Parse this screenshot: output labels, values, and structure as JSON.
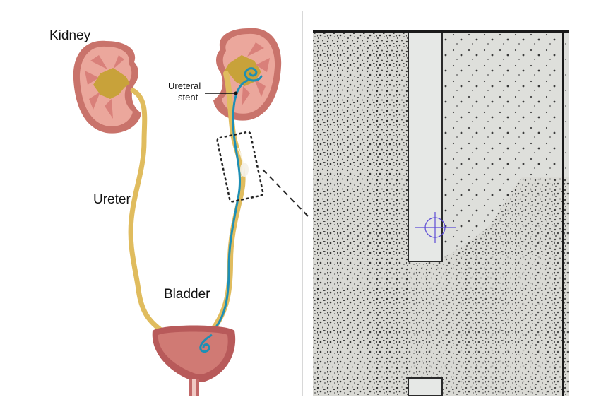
{
  "labels": {
    "kidney": "Kidney",
    "ureteral_stent_line1": "Ureteral",
    "ureteral_stent_line2": "stent",
    "ureter": "Ureter",
    "bladder": "Bladder"
  },
  "colors": {
    "kidney_outer": "#c9736b",
    "kidney_inner": "#e9a49a",
    "kidney_pelvis": "#c8a23a",
    "ureter": "#e0bc5e",
    "stent": "#1e8fb5",
    "bladder": "#b85a5a",
    "micrograph_bg": "#dcdcd6",
    "particles": "#3a3a3a",
    "crosshair": "#5b4ad6"
  }
}
